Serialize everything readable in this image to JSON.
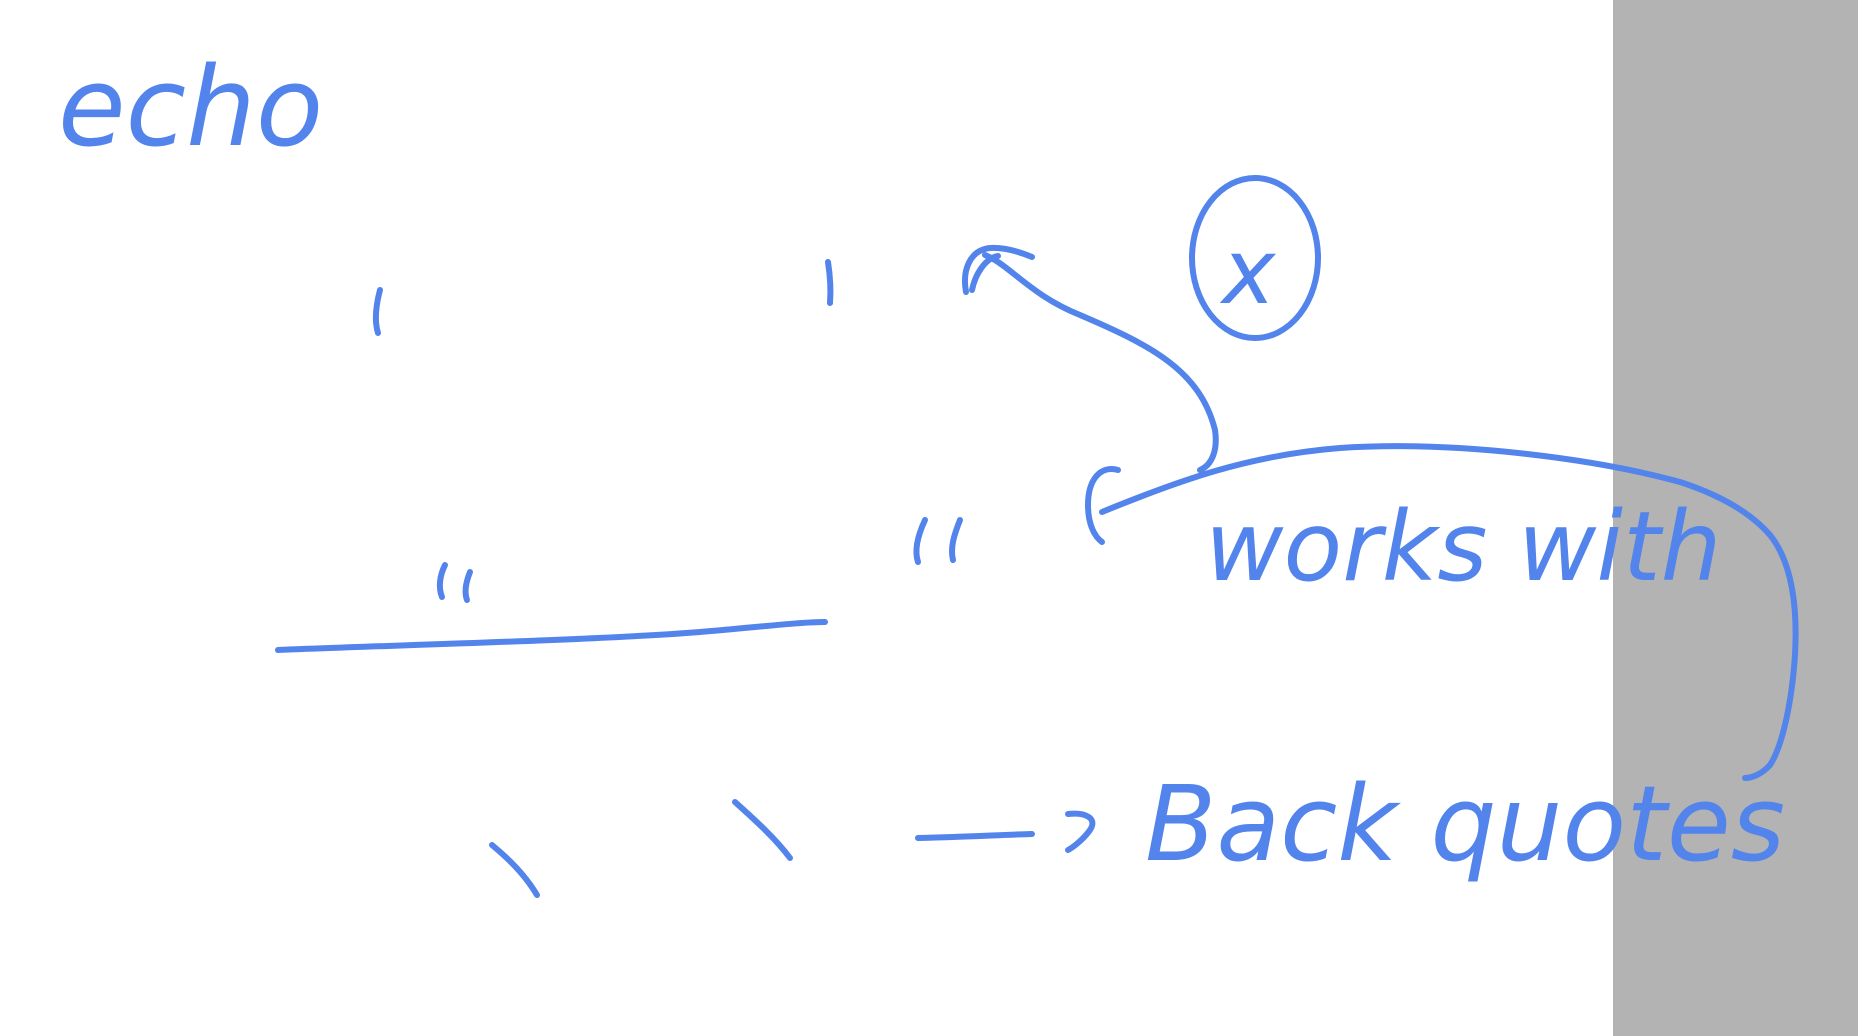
{
  "note": {
    "title": "echo",
    "single_quote_glyph": "'",
    "double_quote_glyph": "\"",
    "backtick_glyph": "`",
    "circled_mark": "x",
    "annotation_works_with": "works with",
    "annotation_back_quotes": "Back quotes"
  },
  "colors": {
    "ink": "#5284ec",
    "background": "#ffffff",
    "side_panel": "#b3b3b3"
  }
}
